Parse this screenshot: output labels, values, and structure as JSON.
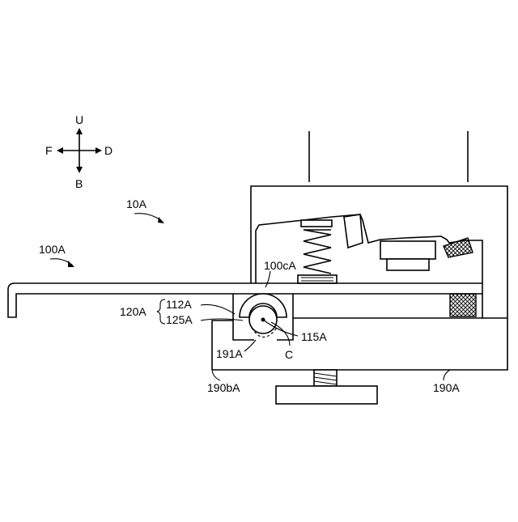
{
  "directions": {
    "up": "U",
    "down": "B",
    "left": "F",
    "right": "D"
  },
  "labels": {
    "device": "10A",
    "part100": "100A",
    "part100c": "100cA",
    "part120": "120A",
    "part112": "112A",
    "part125": "125A",
    "part115": "115A",
    "part191": "191A",
    "center": "C",
    "part190b": "190bA",
    "part190": "190A"
  }
}
